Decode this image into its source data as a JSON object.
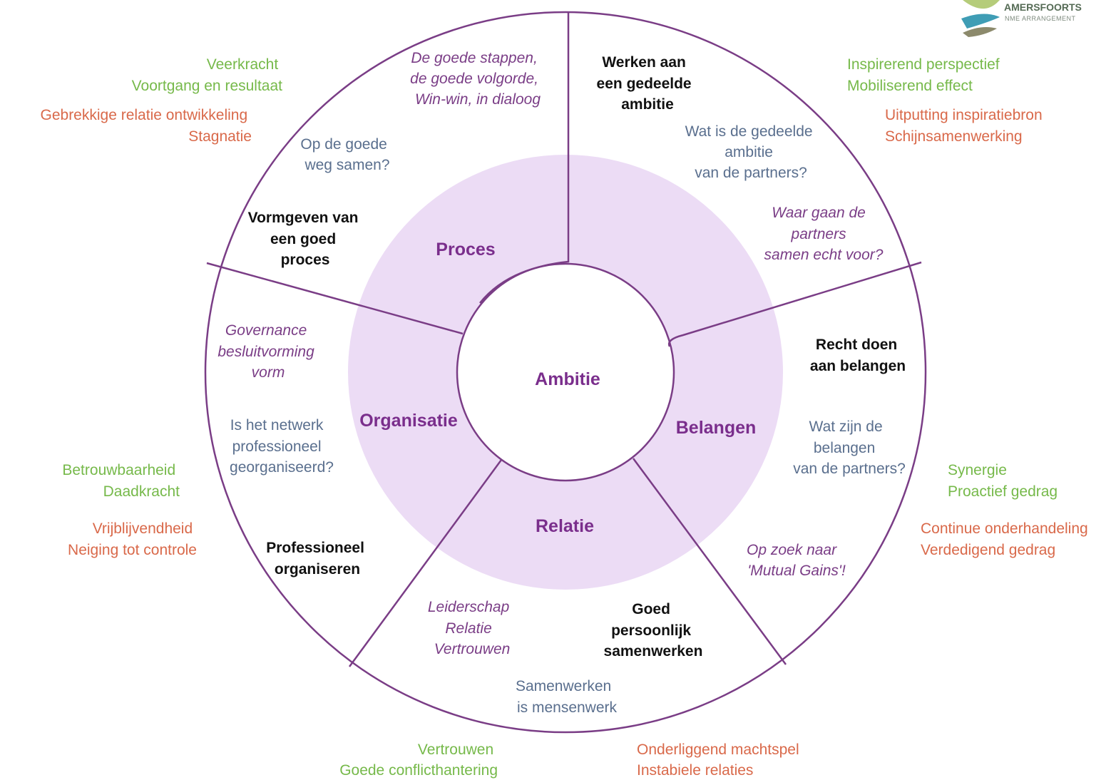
{
  "logo": {
    "title": "AMERSFOORTS",
    "subtitle": "NME ARRANGEMENT",
    "icon": "leaf-swirl-logo"
  },
  "center": {
    "label": "Ambitie"
  },
  "colors": {
    "inner_ring": "#ecdcf5",
    "line": "#7a3d86",
    "core_text": "#7a2e8c",
    "positive": "#76b94a",
    "negative": "#d9694a",
    "question": "#5a6f8e",
    "italic": "#7a3d86"
  },
  "segments": {
    "proces": {
      "core": "Proces",
      "title": [
        "Vormgeven van",
        "een goed",
        "proces"
      ],
      "question": [
        "Op de goede",
        "weg samen?"
      ],
      "italic": [
        "De goede stappen,",
        "de goede volgorde,",
        "Win-win, in dialoog"
      ],
      "positive": [
        "Veerkracht",
        "Voortgang en resultaat"
      ],
      "negative": [
        "Gebrekkige relatie ontwikkeling",
        "Stagnatie"
      ]
    },
    "ambitie": {
      "title": [
        "Werken aan",
        "een gedeelde",
        "ambitie"
      ],
      "question": [
        "Wat is de gedeelde",
        "ambitie",
        "van de partners?"
      ],
      "italic": [
        "Waar gaan de",
        "partners",
        "samen echt voor?"
      ],
      "positive": [
        "Inspirerend perspectief",
        "Mobiliserend effect"
      ],
      "negative": [
        "Uitputting inspiratiebron",
        "Schijnsamenwerking"
      ]
    },
    "belangen": {
      "core": "Belangen",
      "title": [
        "Recht doen",
        "aan belangen"
      ],
      "question": [
        "Wat zijn de",
        "belangen",
        "van de partners?"
      ],
      "italic": [
        "Op zoek naar",
        "'Mutual Gains'!"
      ],
      "positive": [
        "Synergie",
        "Proactief gedrag"
      ],
      "negative": [
        "Continue onderhandeling",
        "Verdedigend gedrag"
      ]
    },
    "relatie": {
      "core": "Relatie",
      "title": [
        "Goed",
        "persoonlijk",
        "samenwerken"
      ],
      "question": [
        "Samenwerken",
        "is mensenwerk"
      ],
      "italic": [
        "Leiderschap",
        "Relatie",
        "Vertrouwen"
      ],
      "positive": [
        "Vertrouwen",
        "Goede conflicthantering"
      ],
      "negative": [
        "Onderliggend machtspel",
        "Instabiele relaties"
      ]
    },
    "organisatie": {
      "core": "Organisatie",
      "title": [
        "Professioneel",
        "organiseren"
      ],
      "question": [
        "Is het netwerk",
        "professioneel",
        "georganiseerd?"
      ],
      "italic": [
        "Governance",
        "besluitvorming",
        "vorm"
      ],
      "positive": [
        "Betrouwbaarheid",
        "Daadkracht"
      ],
      "negative": [
        "Vrijblijvendheid",
        "Neiging tot controle"
      ]
    }
  }
}
